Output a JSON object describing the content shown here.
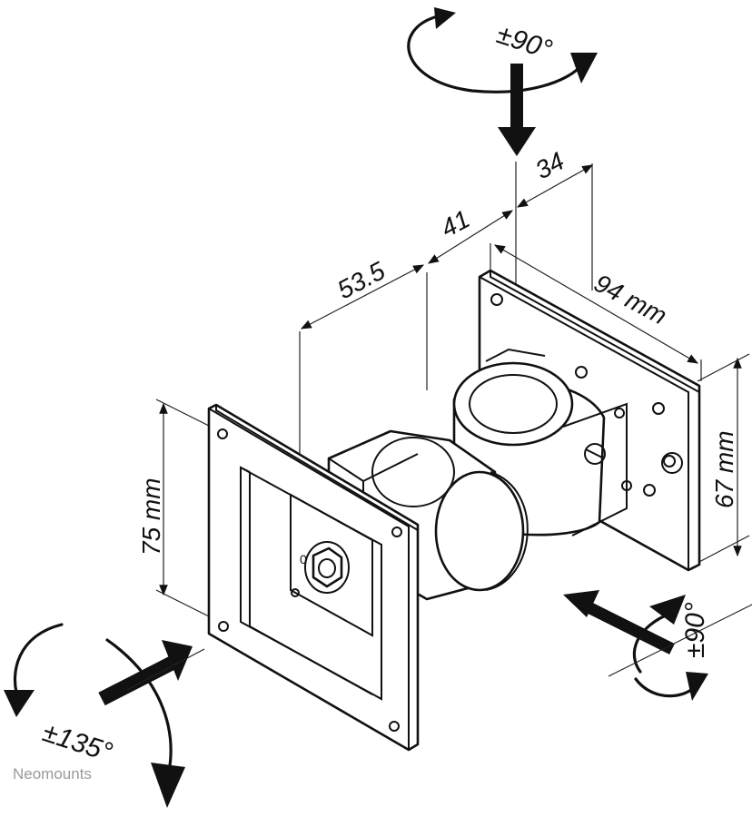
{
  "dimensions": {
    "d_53_5": "53.5",
    "d_41": "41",
    "d_34": "34",
    "width_mm": "94 mm",
    "height_mm": "67 mm",
    "vesa_mm": "75 mm"
  },
  "rotations": {
    "top": "±90°",
    "right": "±90°",
    "left": "±135°"
  },
  "watermark": "Neomounts",
  "marker": "0"
}
